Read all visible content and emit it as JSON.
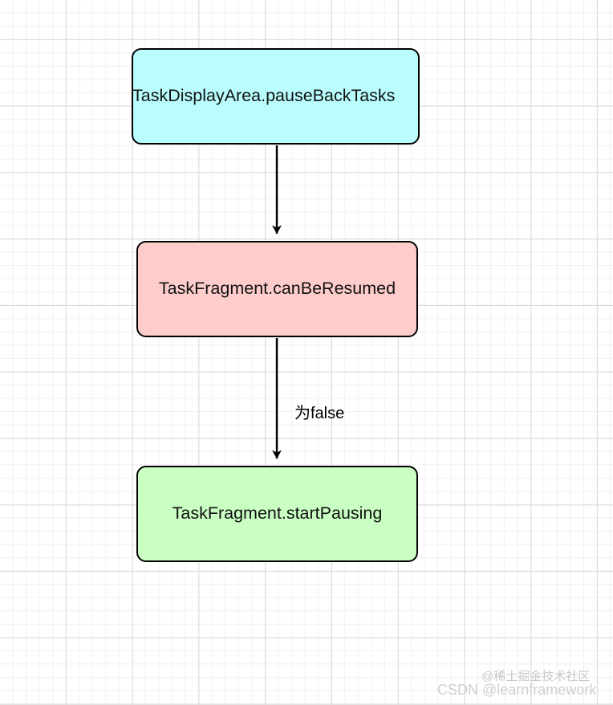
{
  "diagram": {
    "type": "flowchart",
    "direction": "top-to-bottom",
    "nodes": [
      {
        "id": "node-1",
        "label": "TaskDisplayArea.pauseBackTasks",
        "fill": "#b9fdfd",
        "stroke": "#000000",
        "shape": "rounded-rectangle"
      },
      {
        "id": "node-2",
        "label": "TaskFragment.canBeResumed",
        "fill": "#ffcccc",
        "stroke": "#000000",
        "shape": "rounded-rectangle"
      },
      {
        "id": "node-3",
        "label": "TaskFragment.startPausing",
        "fill": "#c9ffc2",
        "stroke": "#000000",
        "shape": "rounded-rectangle"
      }
    ],
    "edges": [
      {
        "id": "edge-1",
        "from": "node-1",
        "to": "node-2",
        "label": "",
        "arrow": "filled-triangle"
      },
      {
        "id": "edge-2",
        "from": "node-2",
        "to": "node-3",
        "label": "为false",
        "arrow": "filled-triangle"
      }
    ]
  },
  "watermarks": {
    "juejin": "@稀土掘金技术社区",
    "csdn": "CSDN @learnframework"
  },
  "canvas": {
    "background": "#ffffff",
    "grid_major_color": "#d9d9d9",
    "grid_minor_color": "#f1f1f1"
  }
}
